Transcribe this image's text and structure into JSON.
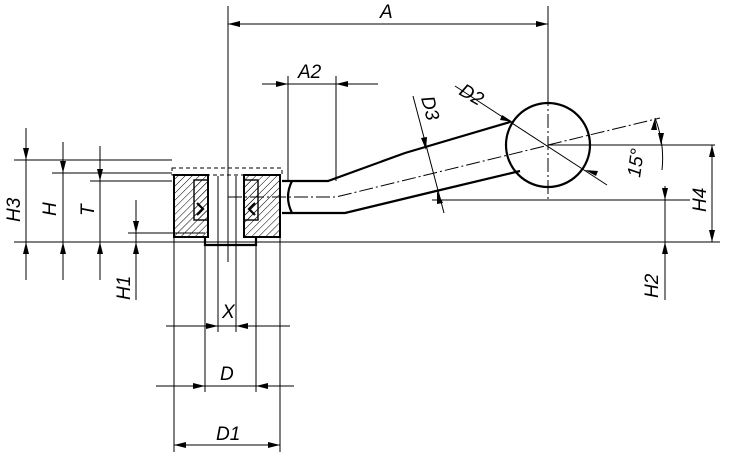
{
  "drawing": {
    "labels": {
      "A": "A",
      "A2": "A2",
      "D2": "D2",
      "D3": "D3",
      "angle": "15°",
      "H3": "H3",
      "H": "H",
      "T": "T",
      "H1": "H1",
      "H4": "H4",
      "H2": "H2",
      "X": "X",
      "D": "D",
      "D1": "D1"
    }
  }
}
